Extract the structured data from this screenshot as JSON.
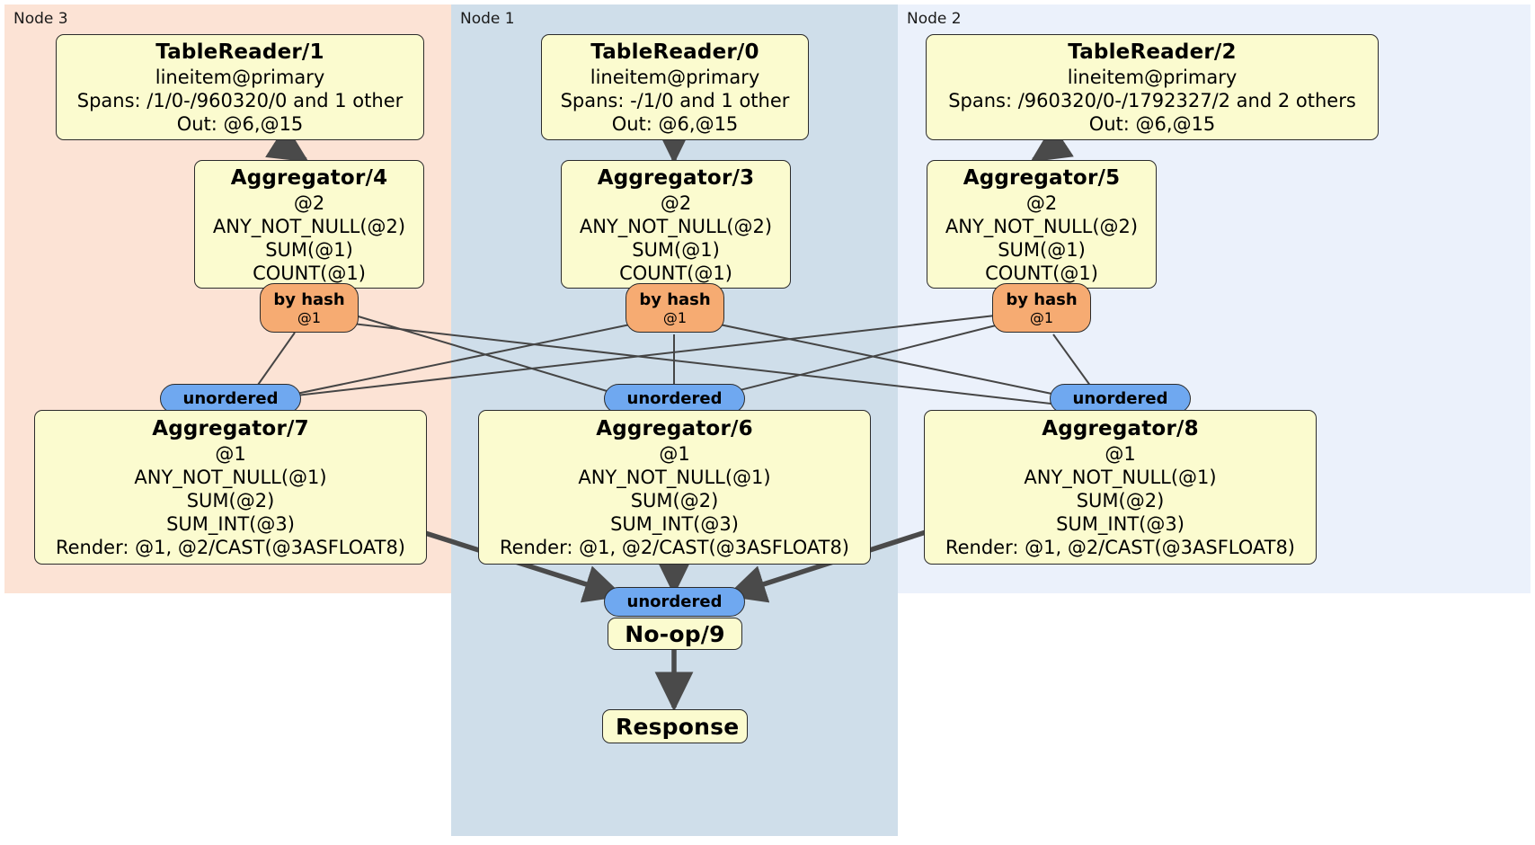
{
  "diagram": {
    "type": "distributed-query-plan",
    "colors": {
      "node3_panel": "#fce3d5",
      "node1_panel": "#cfdeea",
      "node2_panel": "#ebf1fb",
      "processor_fill": "#fbfbcf",
      "hash_router_fill": "#f6ab72",
      "unordered_fill": "#6fa8f0",
      "stroke": "#2b2b2b",
      "thick_edge": "#4a4a4a"
    }
  },
  "nodes": [
    {
      "id": "node3",
      "label": "Node 3"
    },
    {
      "id": "node1",
      "label": "Node 1"
    },
    {
      "id": "node2",
      "label": "Node 2"
    }
  ],
  "processors": {
    "table_reader_1": {
      "title": "TableReader/1",
      "lines": [
        "lineitem@primary",
        "Spans: /1/0-/960320/0 and 1 other",
        "Out: @6,@15"
      ]
    },
    "table_reader_0": {
      "title": "TableReader/0",
      "lines": [
        "lineitem@primary",
        "Spans: -/1/0 and 1 other",
        "Out: @6,@15"
      ]
    },
    "table_reader_2": {
      "title": "TableReader/2",
      "lines": [
        "lineitem@primary",
        "Spans: /960320/0-/1792327/2 and 2 others",
        "Out: @6,@15"
      ]
    },
    "aggregator_4": {
      "title": "Aggregator/4",
      "lines": [
        "@2",
        "ANY_NOT_NULL(@2)",
        "SUM(@1)",
        "COUNT(@1)"
      ]
    },
    "aggregator_3": {
      "title": "Aggregator/3",
      "lines": [
        "@2",
        "ANY_NOT_NULL(@2)",
        "SUM(@1)",
        "COUNT(@1)"
      ]
    },
    "aggregator_5": {
      "title": "Aggregator/5",
      "lines": [
        "@2",
        "ANY_NOT_NULL(@2)",
        "SUM(@1)",
        "COUNT(@1)"
      ]
    },
    "aggregator_7": {
      "title": "Aggregator/7",
      "lines": [
        "@1",
        "ANY_NOT_NULL(@1)",
        "SUM(@2)",
        "SUM_INT(@3)",
        "Render: @1, @2/CAST(@3ASFLOAT8)"
      ]
    },
    "aggregator_6": {
      "title": "Aggregator/6",
      "lines": [
        "@1",
        "ANY_NOT_NULL(@1)",
        "SUM(@2)",
        "SUM_INT(@3)",
        "Render: @1, @2/CAST(@3ASFLOAT8)"
      ]
    },
    "aggregator_8": {
      "title": "Aggregator/8",
      "lines": [
        "@1",
        "ANY_NOT_NULL(@1)",
        "SUM(@2)",
        "SUM_INT(@3)",
        "Render: @1, @2/CAST(@3ASFLOAT8)"
      ]
    },
    "noop_9": {
      "title": "No-op/9"
    },
    "response": {
      "title": "Response"
    }
  },
  "routers": {
    "hash_left": {
      "title": "by hash",
      "sub": "@1"
    },
    "hash_center": {
      "title": "by hash",
      "sub": "@1"
    },
    "hash_right": {
      "title": "by hash",
      "sub": "@1"
    },
    "unordered_left": {
      "title": "unordered"
    },
    "unordered_center": {
      "title": "unordered"
    },
    "unordered_right": {
      "title": "unordered"
    },
    "unordered_final": {
      "title": "unordered"
    }
  }
}
